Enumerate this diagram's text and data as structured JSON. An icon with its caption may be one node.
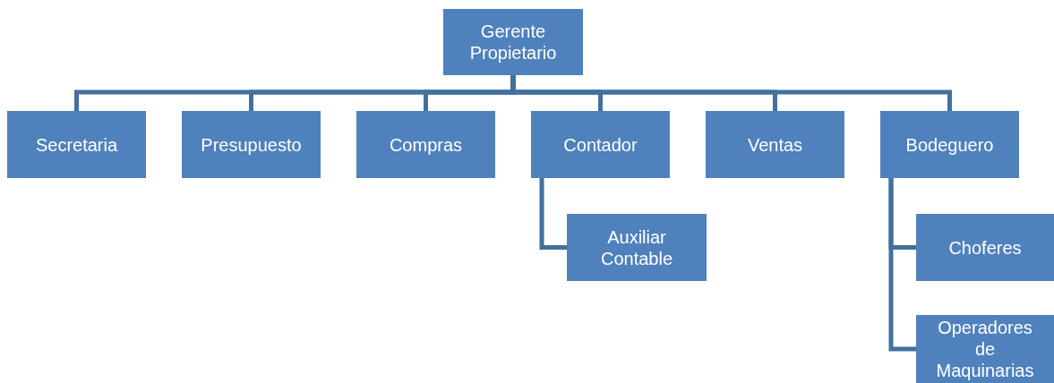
{
  "diagram": {
    "nodes": [
      {
        "text": [
          "Gerente Propietario"
        ]
      },
      {
        "text": [
          "Secretaria"
        ]
      },
      {
        "text": [
          "Presupuesto"
        ]
      },
      {
        "text": [
          "Compras"
        ]
      },
      {
        "text": [
          "Contador"
        ]
      },
      {
        "text": [
          "Ventas"
        ]
      },
      {
        "text": [
          "Bodeguero"
        ]
      },
      {
        "text": [
          "Auxiliar Contable"
        ]
      },
      {
        "text": [
          "Choferes"
        ]
      },
      {
        "text": [
          "Operadores de Maquinarias"
        ]
      }
    ],
    "edges": [
      {
        "from": 0,
        "to": 1,
        "arrow": "none"
      },
      {
        "from": 0,
        "to": 2,
        "arrow": "none"
      },
      {
        "from": 0,
        "to": 3,
        "arrow": "none"
      },
      {
        "from": 0,
        "to": 4,
        "arrow": "none"
      },
      {
        "from": 0,
        "to": 5,
        "arrow": "none"
      },
      {
        "from": 0,
        "to": 6,
        "arrow": "none"
      },
      {
        "from": 4,
        "to": 7,
        "arrow": "none"
      },
      {
        "from": 6,
        "to": 8,
        "arrow": "none"
      },
      {
        "from": 6,
        "to": 9,
        "arrow": "none"
      }
    ]
  }
}
